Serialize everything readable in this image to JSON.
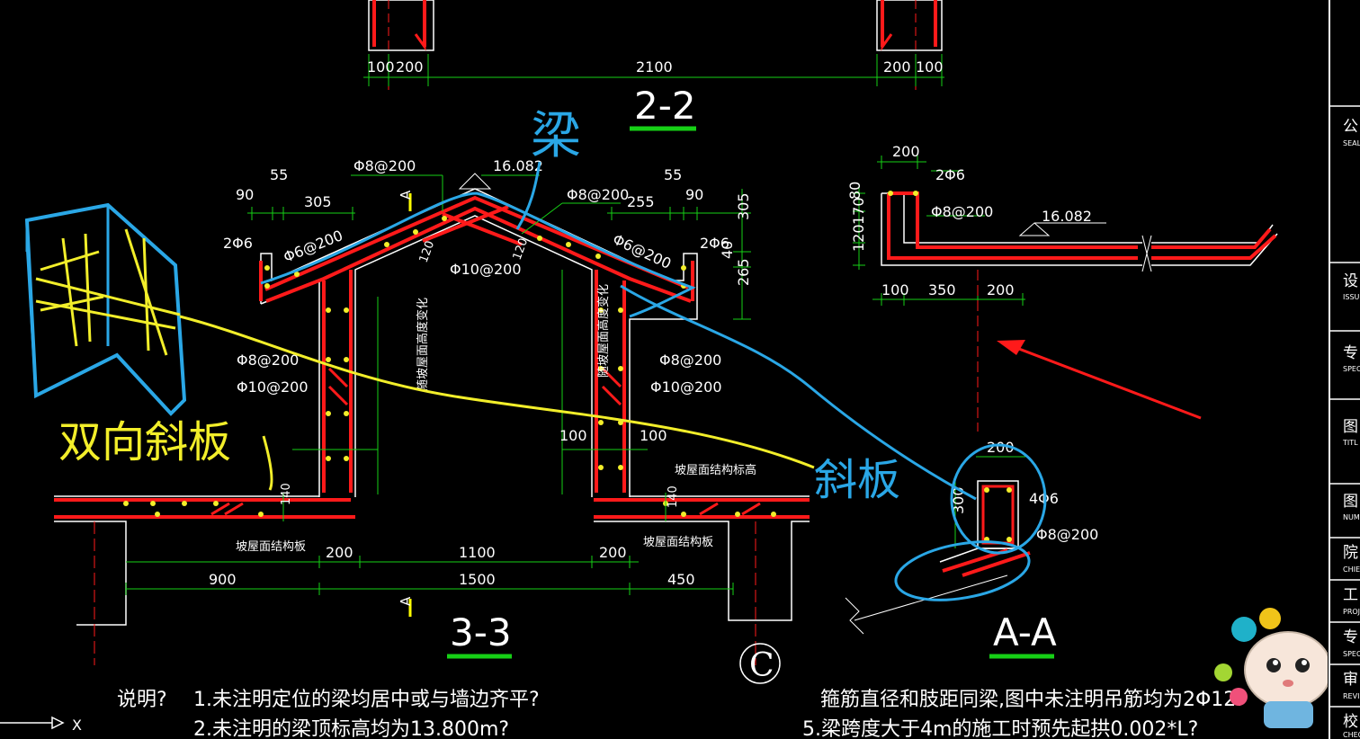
{
  "sections": {
    "s22": {
      "title": "2-2",
      "dims": [
        "100",
        "200",
        "2100",
        "200",
        "100"
      ]
    },
    "s33": {
      "title": "3-3",
      "section_mark": "A",
      "labels": {
        "top_left_55": "55",
        "top_left_90": "90",
        "top_left_305": "305",
        "rebar_top_left": "Φ8@200",
        "elev": "16.082",
        "rebar_top_right": "Φ8@200",
        "top_right_55": "55",
        "top_right_255": "255",
        "top_right_90": "90",
        "v305": "305",
        "v40": "40",
        "v265": "265",
        "left_2phi6": "2Φ6",
        "right_2phi6": "2Φ6",
        "left_phi6": "Φ6@200",
        "right_phi6": "Φ6@200",
        "ridge_phi10": "Φ10@200",
        "v120a": "120",
        "v120b": "120",
        "wall_l_phi8": "Φ8@200",
        "wall_l_phi10": "Φ10@200",
        "wall_r_phi8": "Φ8@200",
        "wall_r_phi10": "Φ10@200",
        "vert_note_l": "随坡屋面高度变化",
        "vert_note_r": "随坡屋面高度变化",
        "d100l": "100",
        "d100r": "100",
        "slab_elev_note": "坡屋面结构标高",
        "v140l": "140",
        "v140r": "140",
        "slab_left": "坡屋面结构板",
        "slab_right": "坡屋面结构板",
        "d200l": "200",
        "d1100": "1100",
        "d200r": "200",
        "d900": "900",
        "d1500": "1500",
        "d450": "450"
      }
    },
    "saa": {
      "title": "A-A",
      "labels": {
        "d200top": "200",
        "r2phi6": "2Φ6",
        "v80": "80",
        "v170": "170",
        "v120": "120",
        "phi8": "Φ8@200",
        "elev": "16.082",
        "d100": "100",
        "d350": "350",
        "d200": "200",
        "beam200": "200",
        "v300": "300",
        "r4phi6": "4Φ6",
        "beam_phi8": "Φ8@200"
      }
    },
    "axis": "C"
  },
  "handwriting": {
    "beam": "梁",
    "two_way_slab": "双向斜板",
    "slope_slab": "斜板"
  },
  "notes": {
    "left_label": "说明?",
    "left_1": "1.未注明定位的梁均居中或与墙边齐平?",
    "left_2": "2.未注明的梁顶标高均为13.800m?",
    "right_1": "箍筋直径和肢距同梁,图中未注明吊筋均为2Φ12.",
    "right_2": "5.梁跨度大于4m的施工时预先起拱0.002*L?",
    "ucs": "X"
  },
  "title_block": [
    "公",
    "设",
    "专",
    "图",
    "图",
    "院",
    "工",
    "专",
    "审",
    "校"
  ],
  "title_block_sub": [
    "SEAL",
    "ISSU",
    "SPEC",
    "TITL",
    "NUMB",
    "CHIE",
    "PROJ",
    "SPEC",
    "REVI",
    "CHEC"
  ],
  "colors": {
    "rebar": "#ff1a1a",
    "dimension": "#16d016",
    "concrete": "#ffffff",
    "blue_ink": "#2aa7e6",
    "yellow_ink": "#f2ee2a",
    "title_underline": "#16d016"
  }
}
